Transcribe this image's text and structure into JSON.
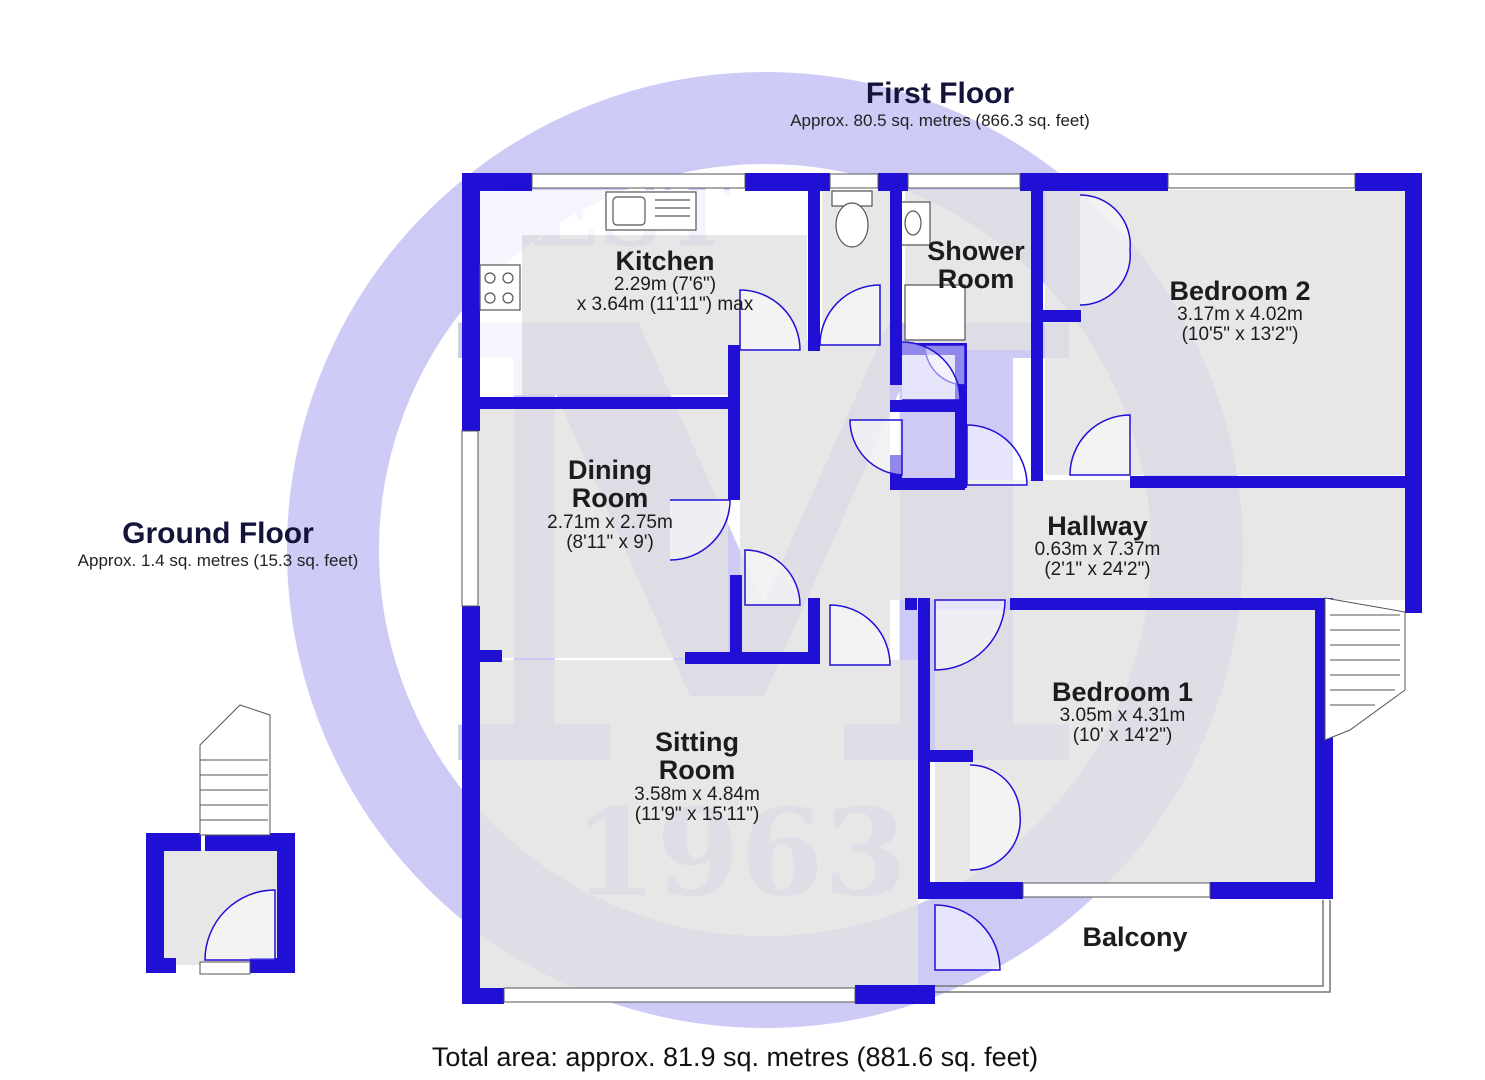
{
  "colors": {
    "wall": "#2010d6",
    "wall_shadow": "#0a0580",
    "floor": "#e2e2e2",
    "watermark": "#9d98ee",
    "background": "#ffffff"
  },
  "watermark": {
    "letters": "EST",
    "monogram": "M",
    "year": "1963"
  },
  "first_floor": {
    "title": "First Floor",
    "area": "Approx. 80.5 sq. metres (866.3 sq. feet)"
  },
  "ground_floor": {
    "title": "Ground Floor",
    "area": "Approx. 1.4 sq. metres (15.3 sq. feet)"
  },
  "rooms": {
    "kitchen": {
      "name": "Kitchen",
      "dim1": "2.29m (7'6\")",
      "dim2": "x 3.64m (11'11\") max"
    },
    "shower": {
      "name_line1": "Shower",
      "name_line2": "Room"
    },
    "bedroom2": {
      "name": "Bedroom 2",
      "dim1": "3.17m x 4.02m",
      "dim2": "(10'5\" x 13'2\")"
    },
    "dining": {
      "name_line1": "Dining",
      "name_line2": "Room",
      "dim1": "2.71m x 2.75m",
      "dim2": "(8'11\" x 9')"
    },
    "hallway": {
      "name": "Hallway",
      "dim1": "0.63m x 7.37m",
      "dim2": "(2'1\" x 24'2\")"
    },
    "bedroom1": {
      "name": "Bedroom 1",
      "dim1": "3.05m x 4.31m",
      "dim2": "(10' x 14'2\")"
    },
    "sitting": {
      "name_line1": "Sitting",
      "name_line2": "Room",
      "dim1": "3.58m x 4.84m",
      "dim2": "(11'9\" x 15'11\")"
    },
    "balcony": {
      "name": "Balcony"
    }
  },
  "total_area": "Total area: approx. 81.9 sq. metres (881.6 sq. feet)"
}
